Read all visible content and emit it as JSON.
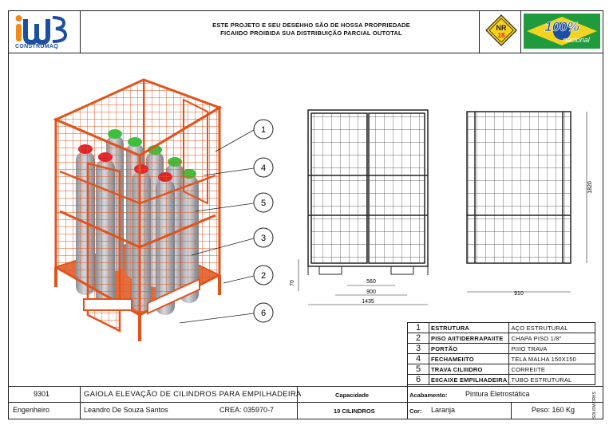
{
  "header": {
    "logo_text": "CONSTRUMAQ",
    "notice_line1": "ESTE PROJETO E SEU DESEHHO SÃO DE HOSSA PROPRIEDADE",
    "notice_line2": "FICAIIDO PROIBIDA SUA DISTRIBUIÇÃO PARCIAL OUTOTAL",
    "nr_badge_top": "NR",
    "nr_badge_num": "18",
    "national_badge_big": "100%",
    "national_badge_small": "nacional"
  },
  "callouts": [
    "1",
    "4",
    "5",
    "3",
    "2",
    "6"
  ],
  "dimensions": {
    "front_width_inner": "560",
    "front_width_mid": "900",
    "front_width_total": "1435",
    "front_height_base": "70",
    "side_width": "910",
    "side_height": "1820"
  },
  "parts": [
    {
      "num": "1",
      "desc": "ESTRUTURA",
      "material": "AÇO ESTRUTURAL"
    },
    {
      "num": "2",
      "desc": "PISO AIITIDERRAPAIITE",
      "material": "CHAPA PISO 1/8\""
    },
    {
      "num": "3",
      "desc": "PORTÃO",
      "material": "PIIIO TRAVA"
    },
    {
      "num": "4",
      "desc": "FECHAMEIITO",
      "material": "TELA MALHA 150X150"
    },
    {
      "num": "5",
      "desc": "TRAVA CILIIIDRO",
      "material": "CORREIITE"
    },
    {
      "num": "6",
      "desc": "EIICAIXE EMPILHADEIRA",
      "material": "TUBO ESTRUTURAL"
    }
  ],
  "title_block": {
    "code": "9301",
    "title": "GAIOLA ELEVAÇÃO DE CILINDROS PARA EMPILHADEIRA",
    "capacity_label": "Capacidade",
    "capacity_value": "10 CILINDROS",
    "finish_label": "Acabamento:",
    "finish_value": "Pintura Eletrostática",
    "engineer_label": "Engenheiro",
    "engineer_name": "Leandro De Souza Santos",
    "crea": "CREA:  035970-7",
    "color_label": "Cor:",
    "color_value": "Laranja",
    "weight": "Peso:  160 Kg",
    "software_mark": "SOLIDWORKS"
  },
  "colors": {
    "frame_orange": "#e2531c",
    "cylinder_gray": "#b9bcc2",
    "valve_red": "#e0242c",
    "valve_green": "#3fbf3f",
    "logo_blue": "#1c4fa0",
    "logo_orange": "#f08a1c"
  }
}
